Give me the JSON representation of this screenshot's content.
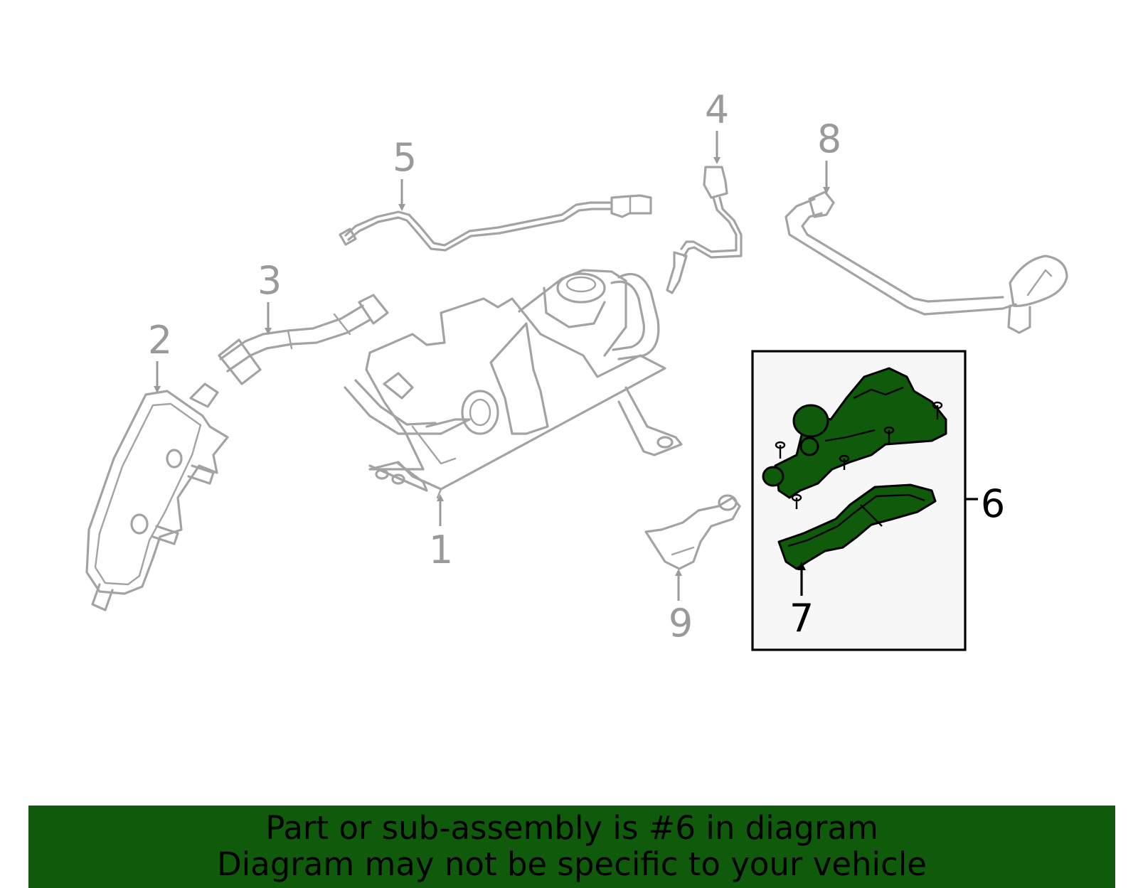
{
  "callouts": {
    "c1": "1",
    "c2": "2",
    "c3": "3",
    "c4": "4",
    "c5": "5",
    "c6": "6",
    "c7": "7",
    "c8": "8",
    "c9": "9"
  },
  "highlight_color": "#0f5a0b",
  "banner": {
    "line1": "Part or sub-assembly is #6 in diagram",
    "line2": "Diagram may not be specific to your vehicle"
  }
}
